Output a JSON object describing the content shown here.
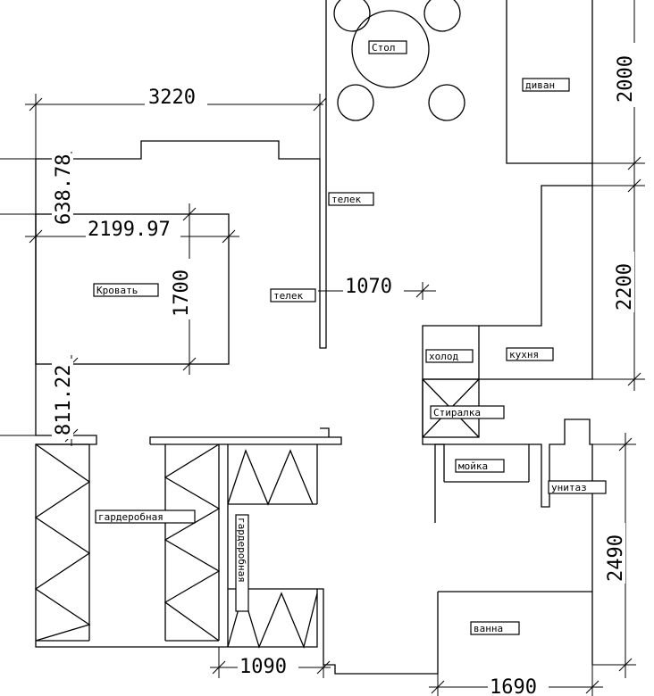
{
  "labels": {
    "stol": "Стол",
    "divan": "диван",
    "telek1": "телек",
    "telek2": "телек",
    "krovat": "Кровать",
    "holod": "холод",
    "kuhnya": "кухня",
    "stiralka": "Стиралка",
    "moyka": "мойка",
    "unitaz": "унитаз",
    "garderob1": "гардеробная",
    "garderob2": "гардеробная",
    "vanna": "ванна"
  },
  "dimensions": {
    "d3220": "3220",
    "d2000": "2000",
    "d638": "638.78",
    "d2199": "2199.97",
    "d1700": "1700",
    "d1070": "1070",
    "d2200": "2200",
    "d811": "811.22",
    "d2490": "2490",
    "d1090": "1090",
    "d1690": "1690"
  }
}
